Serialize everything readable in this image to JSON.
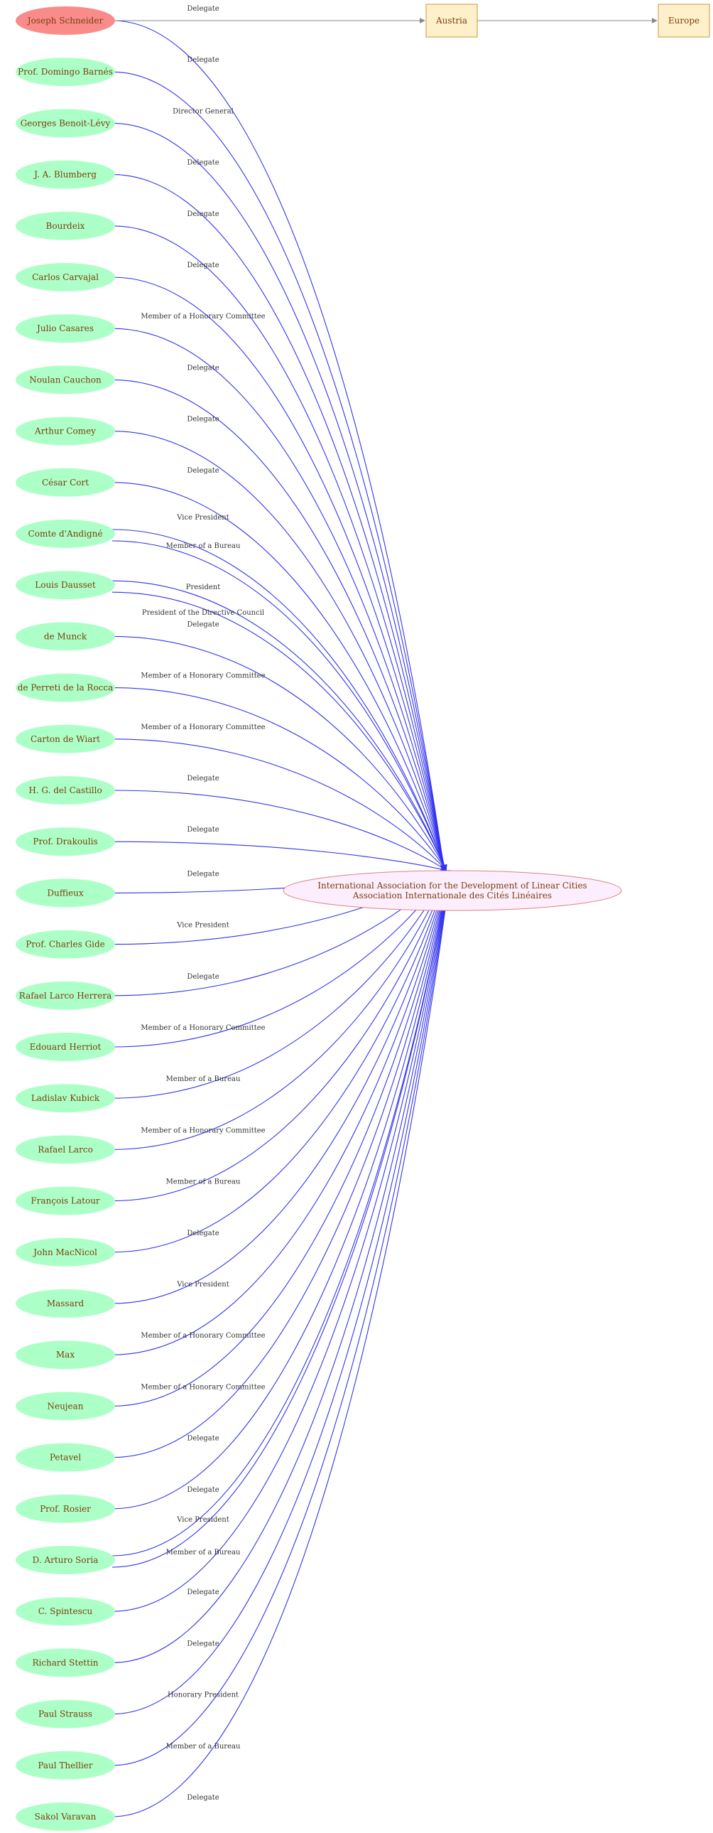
{
  "colors": {
    "person_fill": "#adffc8",
    "highlight_fill": "#f98b8b",
    "place_fill": "#fff0cc",
    "place_stroke": "#c8963c",
    "center_fill": "#fdeefd",
    "center_stroke": "#e08080",
    "edge_blue": "#3333ee",
    "edge_gray": "#888888",
    "text": "#7a3e0a"
  },
  "center": {
    "line1": "International Association for the Development of Linear Cities",
    "line2": "Association Internationale des Cités Linéaires"
  },
  "places": [
    {
      "label": "Austria"
    },
    {
      "label": "Europe"
    }
  ],
  "people": [
    {
      "name": "Joseph Schneider",
      "highlight": true,
      "edges": [
        "Delegate"
      ]
    },
    {
      "name": "Prof. Domingo Barnés",
      "edges": [
        "Delegate"
      ]
    },
    {
      "name": "Georges Benoit-Lévy",
      "edges": [
        "Director General"
      ]
    },
    {
      "name": "J. A. Blumberg",
      "edges": [
        "Delegate"
      ]
    },
    {
      "name": "Bourdeix",
      "edges": [
        "Delegate"
      ]
    },
    {
      "name": "Carlos Carvajal",
      "edges": [
        "Delegate"
      ]
    },
    {
      "name": "Julio Casares",
      "edges": [
        "Member of a Honorary Committee"
      ]
    },
    {
      "name": "Noulan Cauchon",
      "edges": [
        "Delegate"
      ]
    },
    {
      "name": "Arthur Comey",
      "edges": [
        "Delegate"
      ]
    },
    {
      "name": "César Cort",
      "edges": [
        "Delegate"
      ]
    },
    {
      "name": "Comte d'Andigné",
      "edges": [
        "Vice President",
        "Member of a Bureau"
      ]
    },
    {
      "name": "Louis Dausset",
      "edges": [
        "President",
        "President of the Directive Council"
      ]
    },
    {
      "name": "de Munck",
      "edges": [
        "Delegate"
      ]
    },
    {
      "name": "de Perreti de la Rocca",
      "edges": [
        "Member of a Honorary Committee"
      ]
    },
    {
      "name": "Carton  de Wiart",
      "edges": [
        "Member of a Honorary Committee"
      ]
    },
    {
      "name": "H. G.  del Castillo",
      "edges": [
        "Delegate"
      ]
    },
    {
      "name": "Prof. Drakoulis",
      "edges": [
        "Delegate"
      ]
    },
    {
      "name": "Duffieux",
      "edges": [
        "Delegate"
      ]
    },
    {
      "name": "Prof. Charles Gide",
      "edges": [
        "Vice President"
      ]
    },
    {
      "name": "Rafael Larco Herrera",
      "edges": [
        "Delegate"
      ]
    },
    {
      "name": "Edouard Herriot",
      "edges": [
        "Member of a Honorary Committee"
      ]
    },
    {
      "name": "Ladislav Kubick",
      "edges": [
        "Member of a Bureau"
      ]
    },
    {
      "name": "Rafael Larco",
      "edges": [
        "Member of a Honorary Committee"
      ]
    },
    {
      "name": "François Latour",
      "edges": [
        "Member of a Bureau"
      ]
    },
    {
      "name": "John MacNicol",
      "edges": [
        "Delegate"
      ]
    },
    {
      "name": "Massard",
      "edges": [
        "Vice President"
      ]
    },
    {
      "name": "Max",
      "edges": [
        "Member of a Honorary Committee"
      ]
    },
    {
      "name": "Neujean",
      "edges": [
        "Member of a Honorary Committee"
      ]
    },
    {
      "name": "Petavel",
      "edges": [
        "Delegate"
      ]
    },
    {
      "name": "Prof. Rosier",
      "edges": [
        "Delegate"
      ]
    },
    {
      "name": "D. Arturo Soria",
      "edges": [
        "Vice President",
        "Member of a Bureau"
      ]
    },
    {
      "name": "C. Spintescu",
      "edges": [
        "Delegate"
      ]
    },
    {
      "name": "Richard Stettin",
      "edges": [
        "Delegate"
      ]
    },
    {
      "name": "Paul Strauss",
      "edges": [
        "Honorary President"
      ]
    },
    {
      "name": "Paul Thellier",
      "edges": [
        "Member of a Bureau"
      ]
    },
    {
      "name": "Sakol Varavan",
      "edges": [
        "Delegate"
      ]
    }
  ]
}
